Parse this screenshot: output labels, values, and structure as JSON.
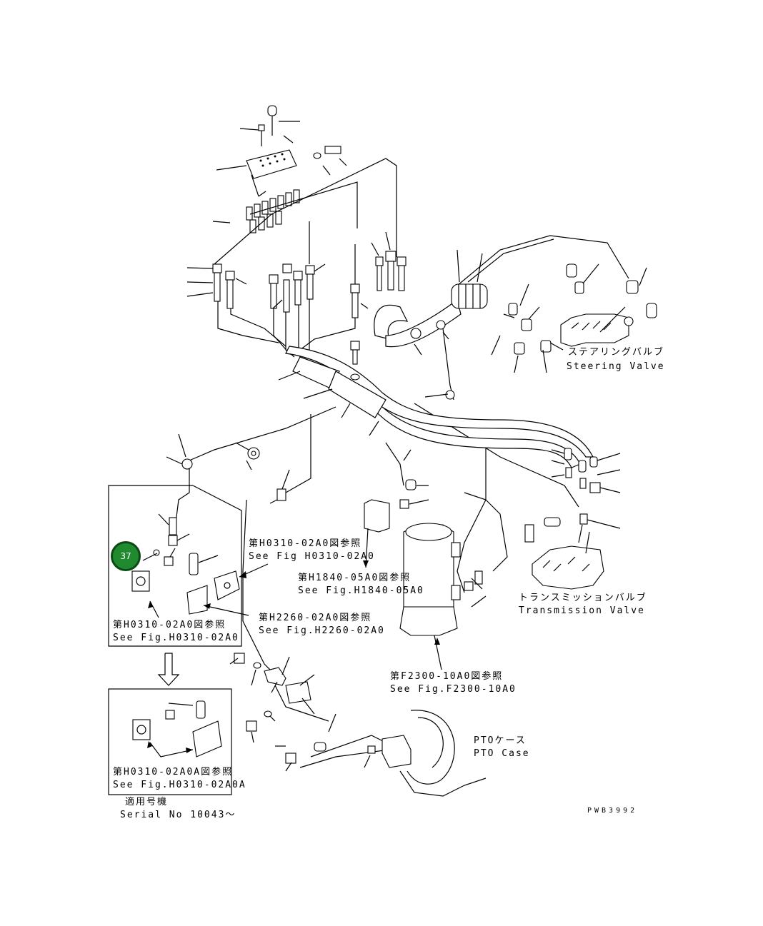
{
  "diagram": {
    "callout_badge": "37",
    "labels": {
      "steering_valve_jp": "ステアリングバルブ",
      "steering_valve_en": "Steering Valve",
      "transmission_valve_jp": "トランスミッションバルブ",
      "transmission_valve_en": "Transmission Valve",
      "pto_case_jp": "PTOケース",
      "pto_case_en": "PTO Case",
      "ref_h0310_top_jp": "第H0310-02A0図参照",
      "ref_h0310_top_en": "See Fig H0310-02A0",
      "ref_h1840_jp": "第H1840-05A0図参照",
      "ref_h1840_en": "See Fig.H1840-05A0",
      "ref_h2260_jp": "第H2260-02A0図参照",
      "ref_h2260_en": "See Fig.H2260-02A0",
      "ref_h0310_box_jp": "第H0310-02A0図参照",
      "ref_h0310_box_en": "See Fig.H0310-02A0",
      "ref_f2300_jp": "第F2300-10A0図参照",
      "ref_f2300_en": "See Fig.F2300-10A0",
      "ref_h0310a_jp": "第H0310-02A0A図参照",
      "ref_h0310a_en": "See Fig.H0310-02A0A",
      "serial_jp": "適用号機",
      "serial_en": "Serial No 10043～",
      "drawing_code": "PWB3992"
    }
  }
}
